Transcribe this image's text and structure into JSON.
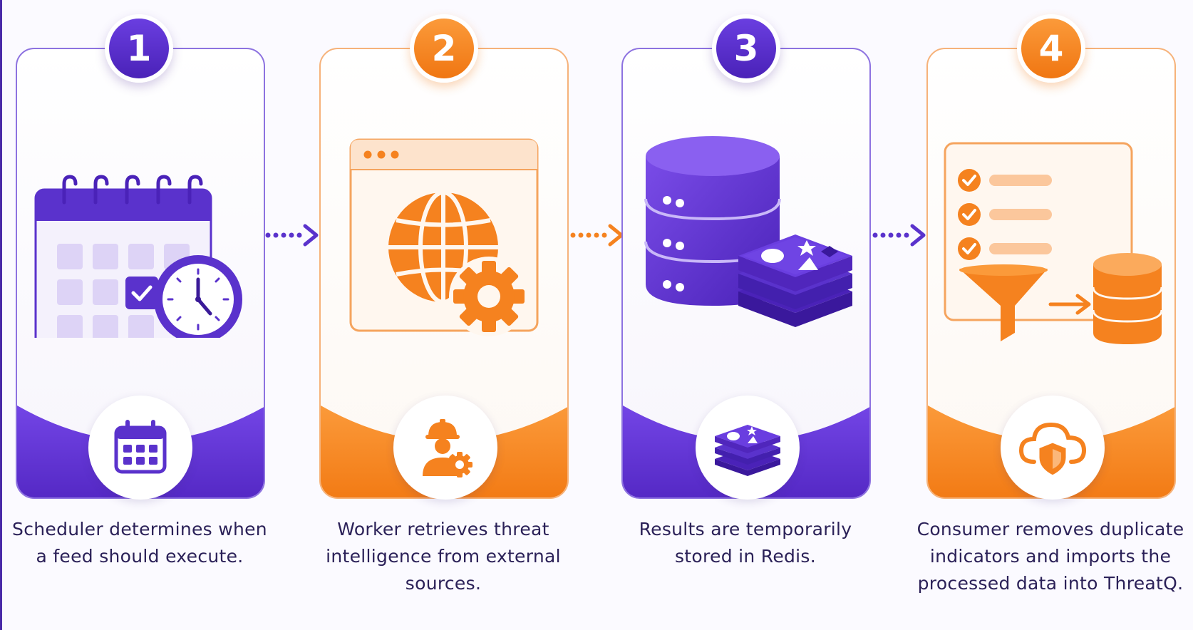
{
  "steps": [
    {
      "number": "1",
      "caption": "Scheduler determines when a feed should execute.",
      "color": "#5a32cc"
    },
    {
      "number": "2",
      "caption": "Worker retrieves threat intelligence from external sources.",
      "color": "#f5821f"
    },
    {
      "number": "3",
      "caption": "Results are temporarily stored in Redis.",
      "color": "#5a32cc"
    },
    {
      "number": "4",
      "caption": "Consumer removes duplicate indicators and imports the processed data into ThreatQ.",
      "color": "#f5821f"
    }
  ],
  "icons": {
    "step1_main": "calendar-clock-icon",
    "step1_bottom": "calendar-icon",
    "step2_main": "browser-globe-gear-icon",
    "step2_bottom": "worker-gear-icon",
    "step3_main": "database-redis-icon",
    "step3_bottom": "redis-stack-icon",
    "step4_main": "checklist-filter-database-icon",
    "step4_bottom": "cloud-shield-icon"
  },
  "colors": {
    "purple": "#5a32cc",
    "orange": "#f5821f",
    "text": "#2b2158"
  }
}
